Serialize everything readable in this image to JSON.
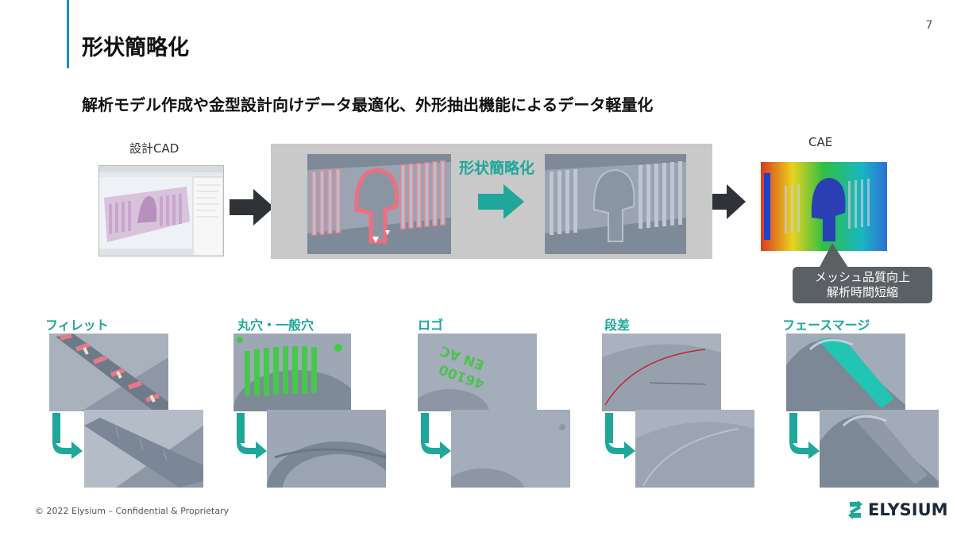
{
  "slide": {
    "title": "形状簡略化",
    "page_number": "7",
    "subtitle": "解析モデル作成や金型設計向けデータ最適化、外形抽出機能によるデータ軽量化"
  },
  "flow": {
    "cad_label": "設計CAD",
    "simplify_label": "形状簡略化",
    "cae_label": "CAE",
    "callout_line1": "メッシュ品質向上",
    "callout_line2": "解析時間短縮"
  },
  "categories": [
    {
      "label": "フィレット"
    },
    {
      "label": "丸穴・一般穴"
    },
    {
      "label": "ロゴ"
    },
    {
      "label": "段差"
    },
    {
      "label": "フェースマージ"
    }
  ],
  "logo_engraving": {
    "line1": "EN AC",
    "line2": "46100"
  },
  "footer": {
    "copyright": "© 2022 Elysium – Confidential & Proprietary",
    "logo": "ELYSIUM"
  },
  "colors": {
    "accent_teal": "#1ea79a",
    "title_bar_blue": "#1f8fbf",
    "arrow_dark": "#2f3338",
    "panel_gray": "#c9c9c9",
    "callout_gray": "#5b6065"
  }
}
